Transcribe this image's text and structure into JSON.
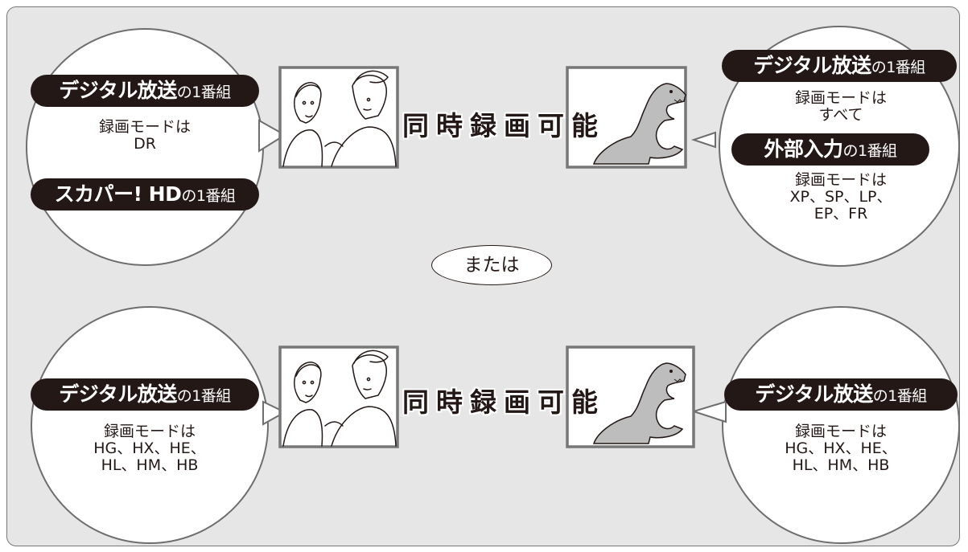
{
  "title": "同時録画可能",
  "separator": "または",
  "top_left": {
    "pill1_main": "デジタル放送",
    "pill1_suffix": "の1番組",
    "mode": "録画モードは\nDR",
    "pill2_main": "スカパー! HD",
    "pill2_suffix": "の1番組"
  },
  "top_right": {
    "pill1_main": "デジタル放送",
    "pill1_suffix": "の1番組",
    "mode1": "録画モードは\nすべて",
    "pill2_main": "外部入力",
    "pill2_suffix": "の1番組",
    "mode2": "録画モードは\nXP、SP、LP、\nEP、FR"
  },
  "bottom_left": {
    "pill_main": "デジタル放送",
    "pill_suffix": "の1番組",
    "mode": "録画モードは\nHG、HX、HE、\nHL、HM、HB"
  },
  "bottom_right": {
    "pill_main": "デジタル放送",
    "pill_suffix": "の1番組",
    "mode": "録画モードは\nHG、HX、HE、\nHL、HM、HB"
  }
}
